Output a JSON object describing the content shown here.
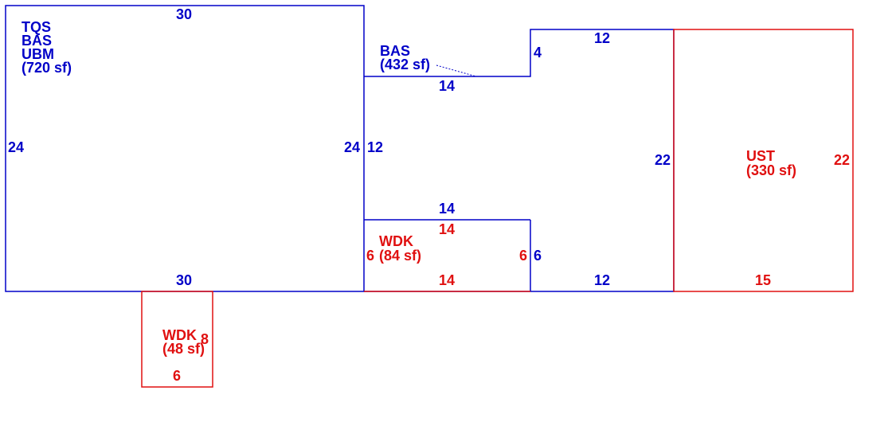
{
  "colors": {
    "existing": "#0000c8",
    "addition": "#e01010"
  },
  "areas": {
    "main": {
      "codes": [
        "TQS",
        "BAS",
        "UBM"
      ],
      "area": "(720 sf)"
    },
    "bas": {
      "code": "BAS",
      "area": "(432 sf)"
    },
    "wdk_mid": {
      "code": "WDK",
      "area": "(84 sf)"
    },
    "wdk_low": {
      "code": "WDK",
      "area": "(48 sf)"
    },
    "ust": {
      "code": "UST",
      "area": "(330 sf)"
    }
  },
  "dimensions": {
    "main_top": "30",
    "main_left": "24",
    "main_right": "24",
    "main_bottom": "30",
    "bas_left": "12",
    "bas_top_step": "14",
    "bas_step_height": "4",
    "bas_top": "12",
    "bas_right": "22",
    "bas_inner_bottom": "14",
    "bas_right_lower": "6",
    "bas_bottom": "12",
    "wdk_mid_top": "14",
    "wdk_mid_left": "6",
    "wdk_mid_right": "6",
    "wdk_mid_bottom": "14",
    "wdk_low_right": "8",
    "wdk_low_bottom": "6",
    "ust_right": "22",
    "ust_bottom": "15"
  }
}
